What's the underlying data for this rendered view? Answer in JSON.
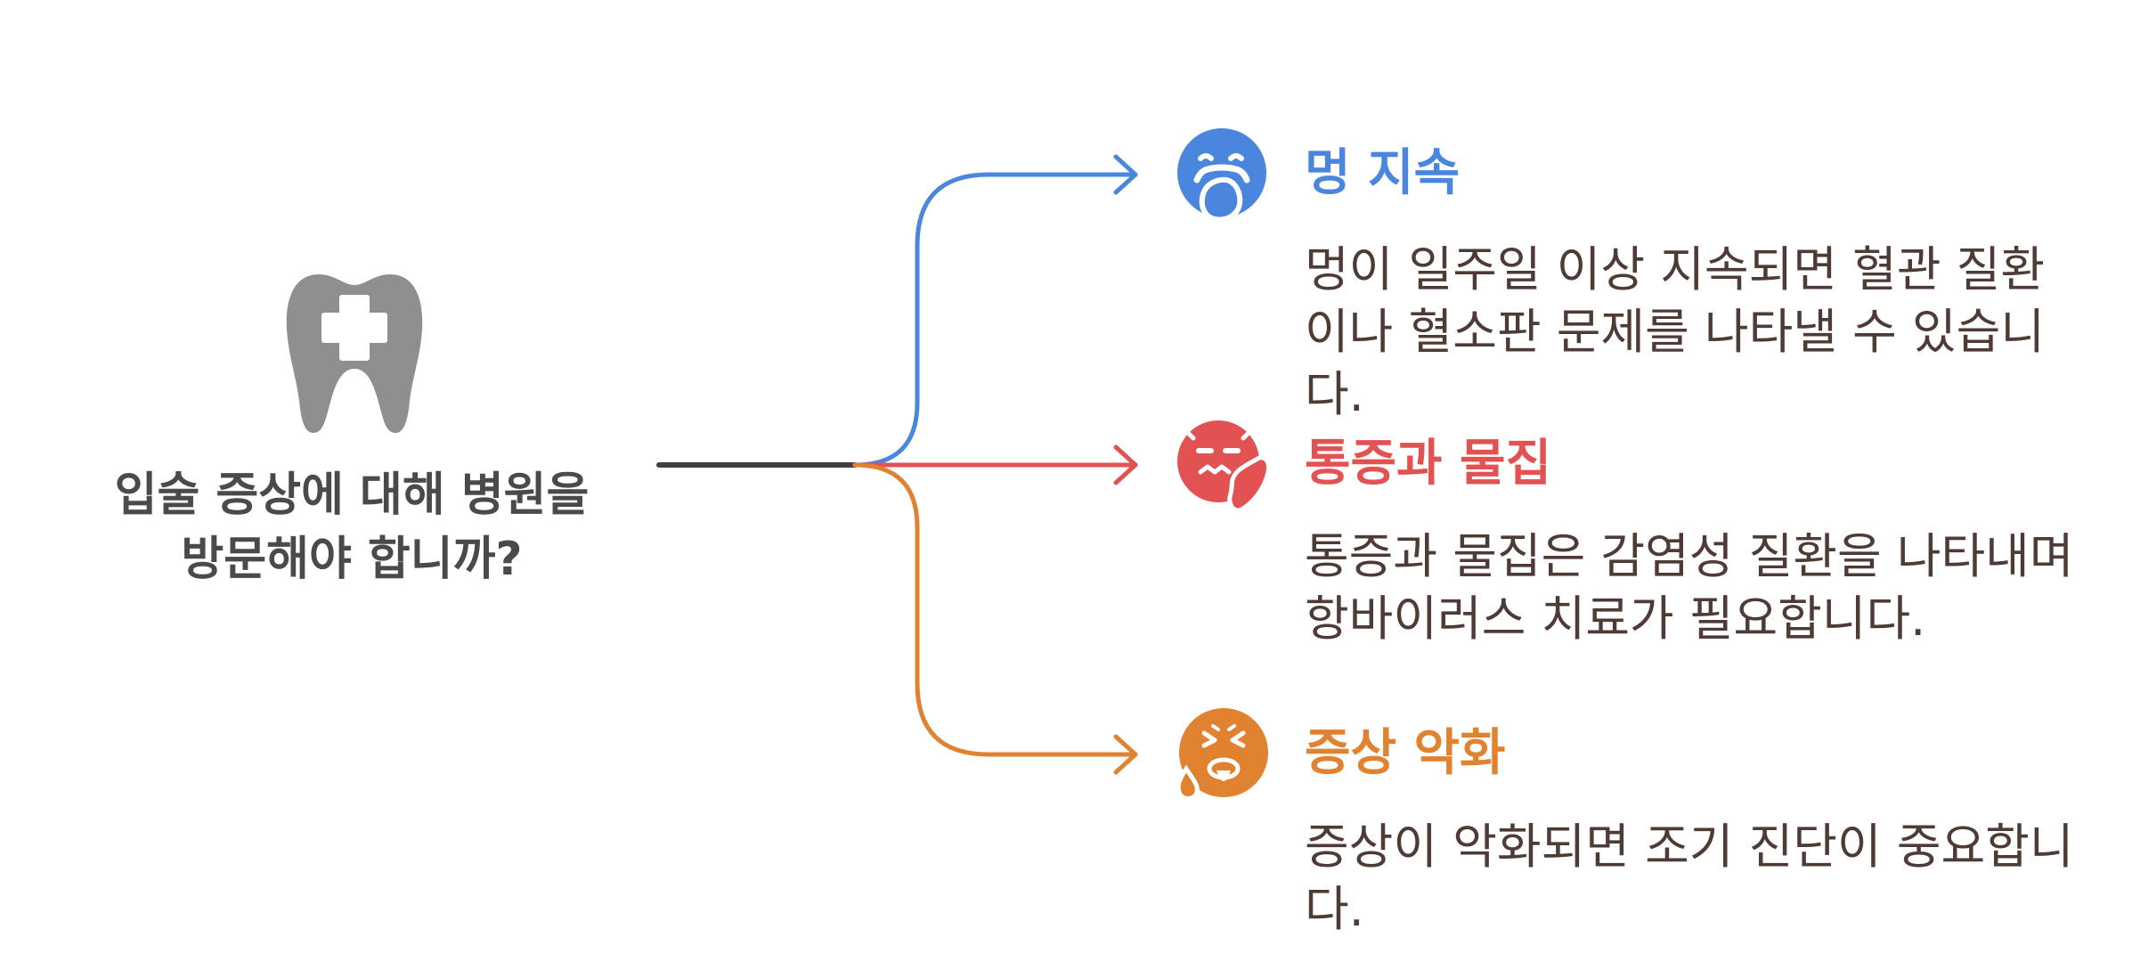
{
  "question": "입술 증상에 대해 병원을\n방문해야 합니까?",
  "colors": {
    "stem": "#404040",
    "tooth": "#8f8f8f",
    "blue": "#4a86de",
    "red": "#e35252",
    "orange": "#e0822f",
    "desc_text": "#4e3b36"
  },
  "branches": [
    {
      "title": "멍 지속",
      "description": "멍이 일주일 이상 지속되면 혈관 질환이나 혈소판 문제를 나타낼 수 있습니다.",
      "icon": "bruised-face-icon",
      "color": "#4a86de"
    },
    {
      "title": "통증과 물집",
      "description": "통증과 물집은 감염성 질환을 나타내며 항바이러스 치료가 필요합니다.",
      "icon": "pained-face-icon",
      "color": "#e35252"
    },
    {
      "title": "증상 악화",
      "description": "증상이 악화되면 조기 진단이 중요합니다.",
      "icon": "sick-face-icon",
      "color": "#e0822f"
    }
  ]
}
